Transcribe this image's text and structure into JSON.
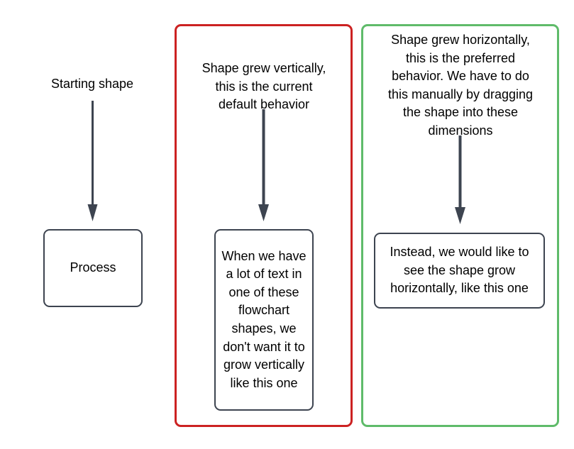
{
  "diagram": {
    "title_text_color": "#000000",
    "shape_border_color": "#3d4450",
    "arrow_color": "#3d4450",
    "background": "#ffffff",
    "panels": [
      {
        "name": "current-behavior-panel",
        "border_color": "#cc2222",
        "caption": "Shape grew vertically,\nthis is the current\ndefault behavior",
        "shape_text": "When we have a lot of text in one of these flowchart shapes, we don't want it to grow vertically like this one"
      },
      {
        "name": "preferred-behavior-panel",
        "border_color": "#5fbb6a",
        "caption": "Shape grew horizontally,\nthis is the preferred\nbehavior. We have to do\nthis manually by dragging\nthe shape into these\ndimensions",
        "shape_text": "Instead, we would like to see the shape grow horizontally, like this one"
      }
    ],
    "starting": {
      "caption": "Starting shape",
      "shape_text": "Process"
    }
  }
}
